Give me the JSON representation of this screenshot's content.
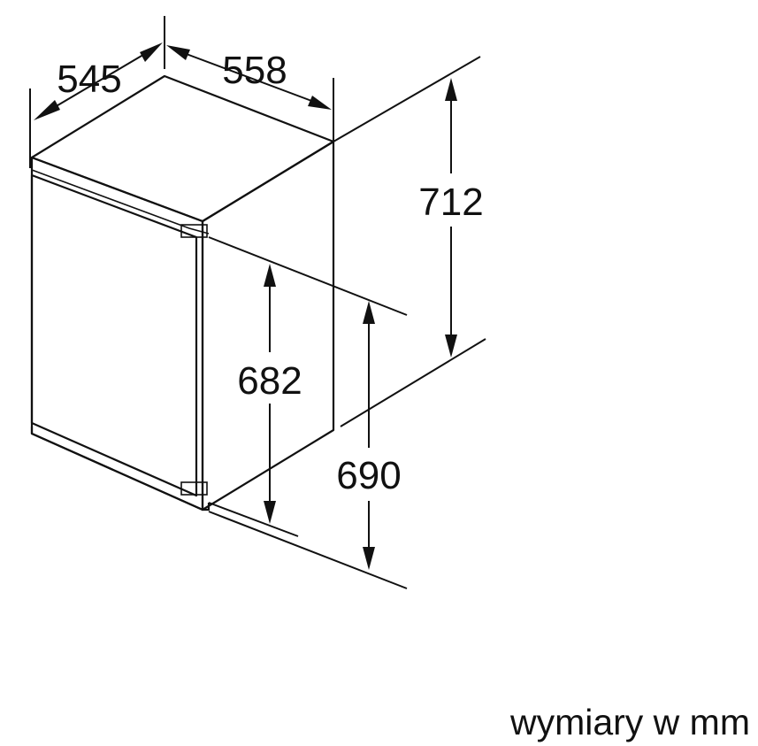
{
  "dimensions": {
    "depth": "545",
    "width": "558",
    "total_height": "712",
    "door_height": "682",
    "niche_height": "690"
  },
  "caption": "wymiary w mm"
}
